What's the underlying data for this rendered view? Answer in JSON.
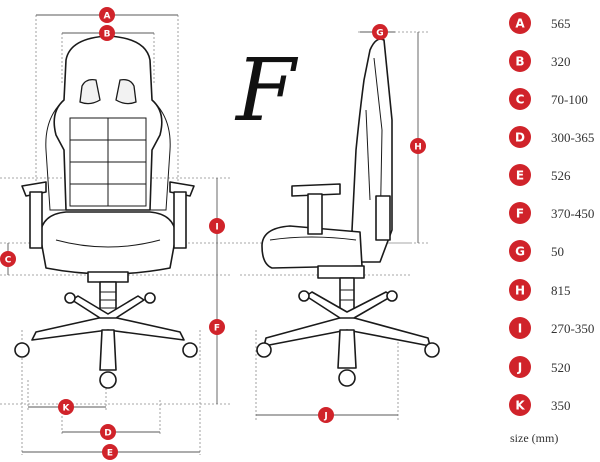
{
  "figure": {
    "big_letter": "F",
    "unit_note": "size (mm)"
  },
  "dimensions": [
    {
      "letter": "A",
      "value": "565"
    },
    {
      "letter": "B",
      "value": "320"
    },
    {
      "letter": "C",
      "value": "70-100"
    },
    {
      "letter": "D",
      "value": "300-365"
    },
    {
      "letter": "E",
      "value": "526"
    },
    {
      "letter": "F",
      "value": "370-450"
    },
    {
      "letter": "G",
      "value": "50"
    },
    {
      "letter": "H",
      "value": "815"
    },
    {
      "letter": "I",
      "value": "270-350"
    },
    {
      "letter": "J",
      "value": "520"
    },
    {
      "letter": "K",
      "value": "350"
    }
  ],
  "colors": {
    "badge": "#d0232a",
    "line": "#1a1a1a",
    "dimension": "#8a8a8a"
  }
}
